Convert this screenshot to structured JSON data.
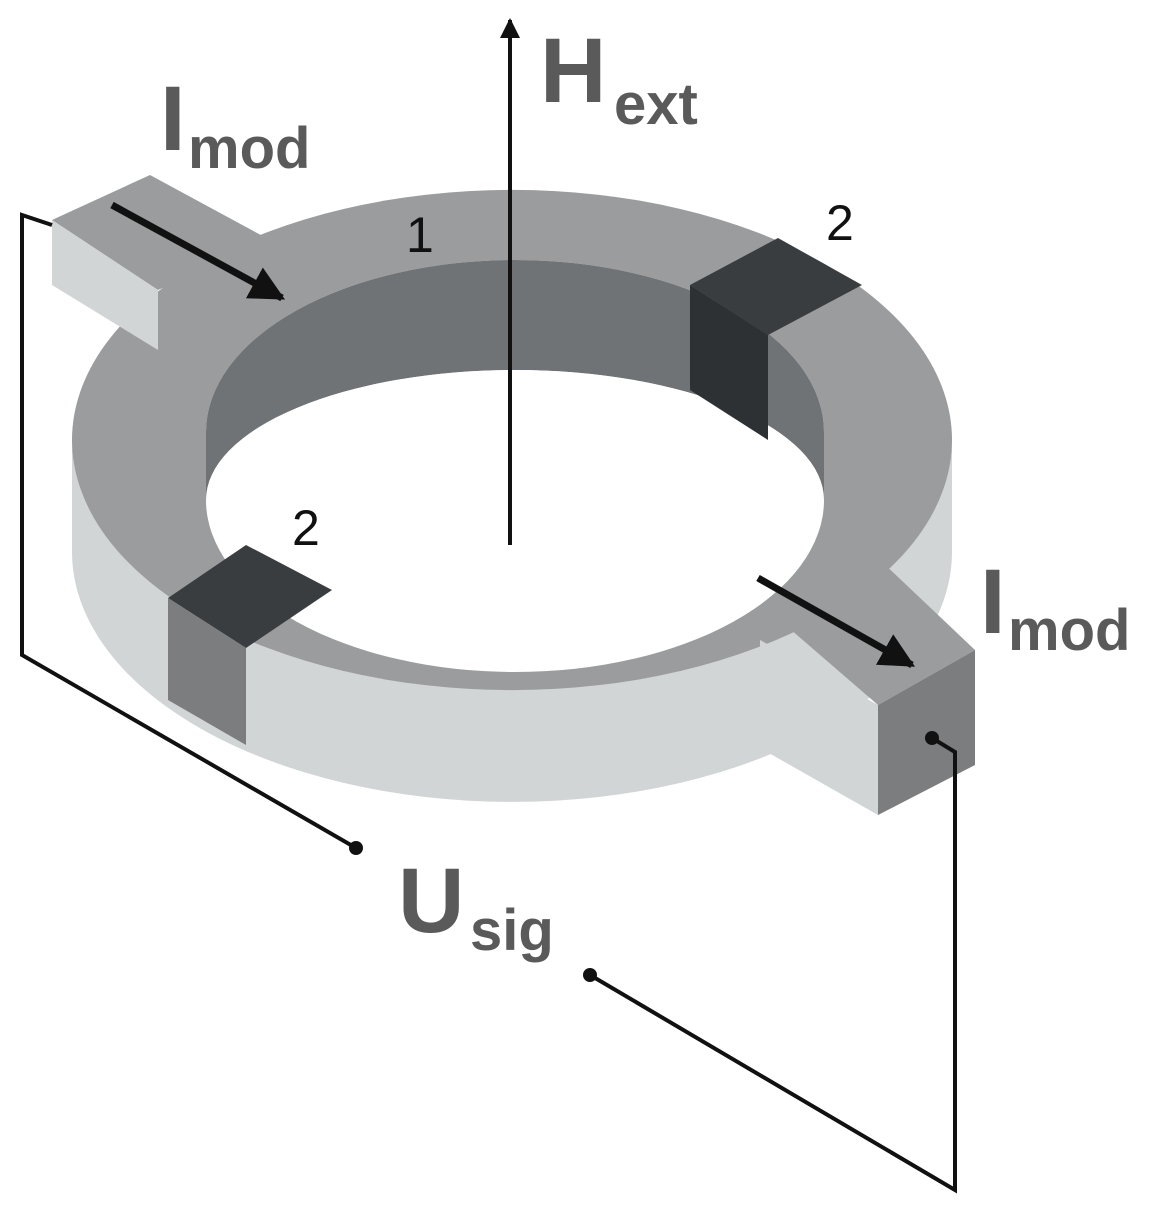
{
  "labels": {
    "h_ext": {
      "main": "H",
      "sub": "ext"
    },
    "i_mod_in": {
      "main": "I",
      "sub": "mod"
    },
    "i_mod_out": {
      "main": "I",
      "sub": "mod"
    },
    "u_sig": {
      "main": "U",
      "sub": "sig"
    },
    "region_1": "1",
    "region_2_top": "2",
    "region_2_bottom": "2"
  },
  "colors": {
    "ring_top": "#9a9c9d",
    "ring_inner_wall": "#707477",
    "ring_outer_wall": "#d2d5d6",
    "contact_dark": "#3a3d3f",
    "contact_side": "#7b7d7f",
    "label_text": "#5a5a5a",
    "wire": "#111111"
  }
}
